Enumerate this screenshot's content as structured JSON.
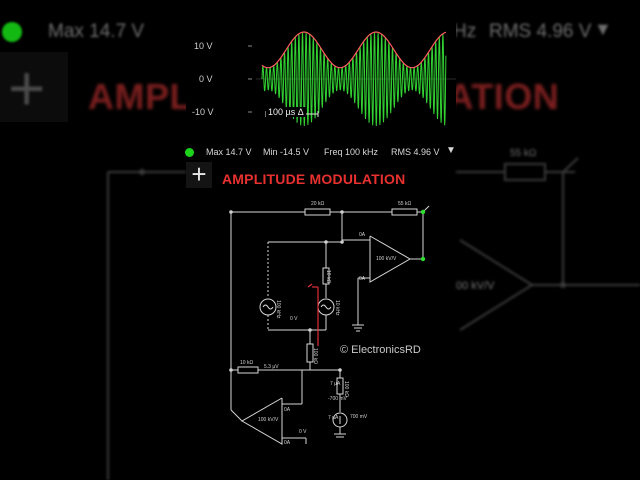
{
  "scope": {
    "y_ticks": [
      "10 V",
      "0 V",
      "-10 V"
    ],
    "time_scale": "100 µs Δ",
    "colors": {
      "signal": "#32d232",
      "envelope": "#ff5a5a"
    }
  },
  "measurements": {
    "max": "Max  14.7 V",
    "min": "Min  -14.5 V",
    "freq": "Freq  100 kHz",
    "rms": "RMS  4.96 V",
    "dropdown_icon": "triangle-down-icon"
  },
  "background_zoom": {
    "max": "Max  14.7 V",
    "rms": "RMS  4.96 V",
    "freq_fragment": "Hz",
    "title": "AMPLITUDE MODULATION",
    "resistor": "55 kΩ",
    "gain": "00 kV/V"
  },
  "title": "AMPLITUDE MODULATION",
  "circuit": {
    "r_20k": "20 kΩ",
    "r_55k": "55 kΩ",
    "opamp_top_gain": "100 kV/V",
    "r_10k_a": "10 kΩ",
    "r_10k_b": "10 kΩ",
    "src_left": "100 kHz",
    "src_right": "10 kHz",
    "zero_a": "0A",
    "zero_b": "0A",
    "zero_v": "0 V",
    "r_100k": "100 kΩ",
    "r_10k_left": "10 kΩ",
    "v_5_3": "5.3 µV",
    "current_7": "7 µA",
    "r_100k_b": "100 kΩ",
    "v_neg_700": "-700 mV",
    "src_7": "7 µA",
    "src_700": "700 mV",
    "opamp_bot_gain": "100 kV/V",
    "zero_c": "0A",
    "zero_d": "0A",
    "zero_v2": "0 V"
  },
  "watermark": "© ElectronicsRD",
  "colors": {
    "title": "#e8312f",
    "status_dot": "#1bd31b",
    "probe_wire": "#e0303a"
  }
}
